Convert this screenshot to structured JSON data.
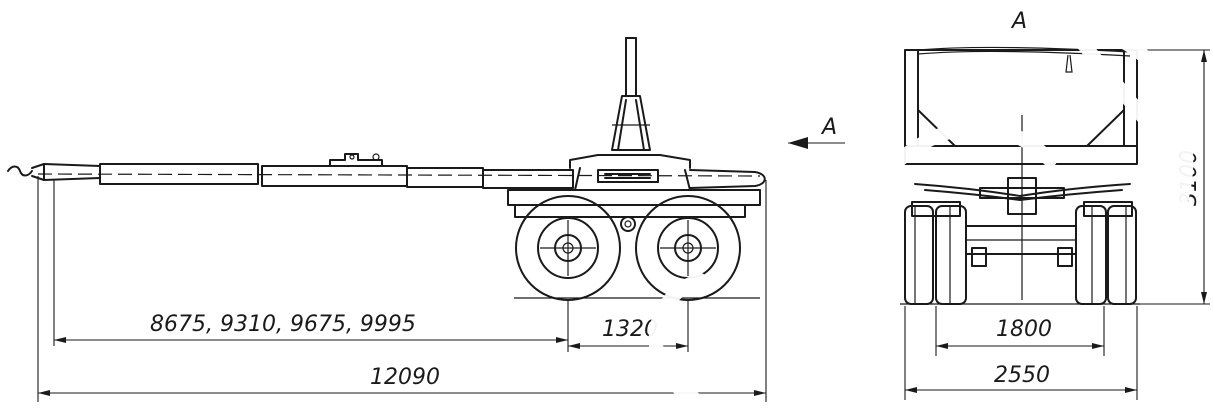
{
  "view_marks": {
    "view_label": "A",
    "arrow_label": "A"
  },
  "dimensions": {
    "king_pin_range": "8675, 9310, 9675, 9995",
    "axle_spacing": "1320",
    "overall_length": "12090",
    "track_width": "1800",
    "overall_width": "2550",
    "overall_height": "3100"
  },
  "colors": {
    "line": "#1a1a1a",
    "background": "#ffffff"
  }
}
